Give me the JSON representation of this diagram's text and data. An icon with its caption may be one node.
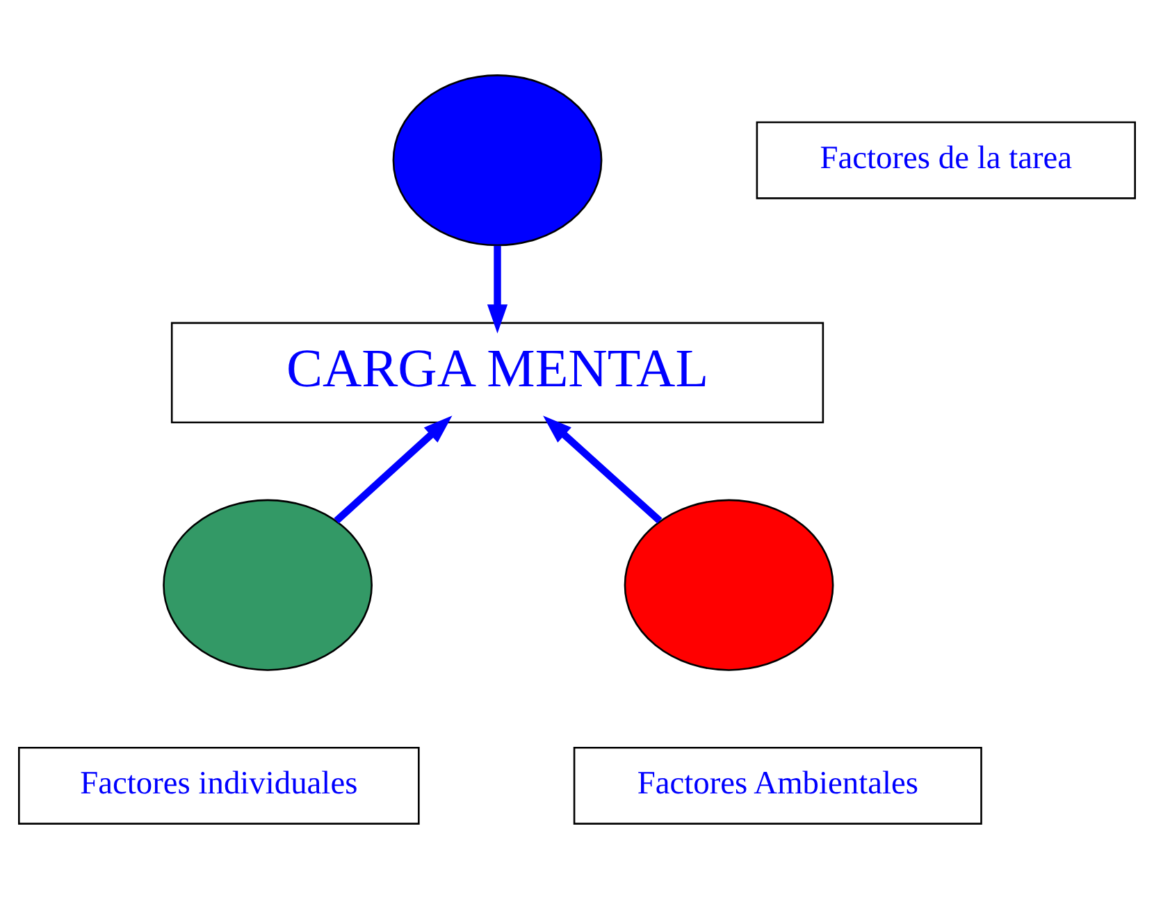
{
  "diagram": {
    "nodes": [
      {
        "text": [],
        "shape": "circle"
      },
      {
        "text": [
          "Factores de la tarea"
        ]
      },
      {
        "text": [
          "CARGA MENTAL"
        ]
      },
      {
        "text": [],
        "shape": "circle"
      },
      {
        "text": [],
        "shape": "circle"
      },
      {
        "text": [
          "Factores individuales"
        ]
      },
      {
        "text": [
          "Factores Ambientales"
        ]
      }
    ],
    "edges": [
      {
        "from": 0,
        "to": 2,
        "arrow": "to"
      },
      {
        "from": 3,
        "to": 2,
        "arrow": "to"
      },
      {
        "from": 4,
        "to": 2,
        "arrow": "to"
      }
    ]
  }
}
